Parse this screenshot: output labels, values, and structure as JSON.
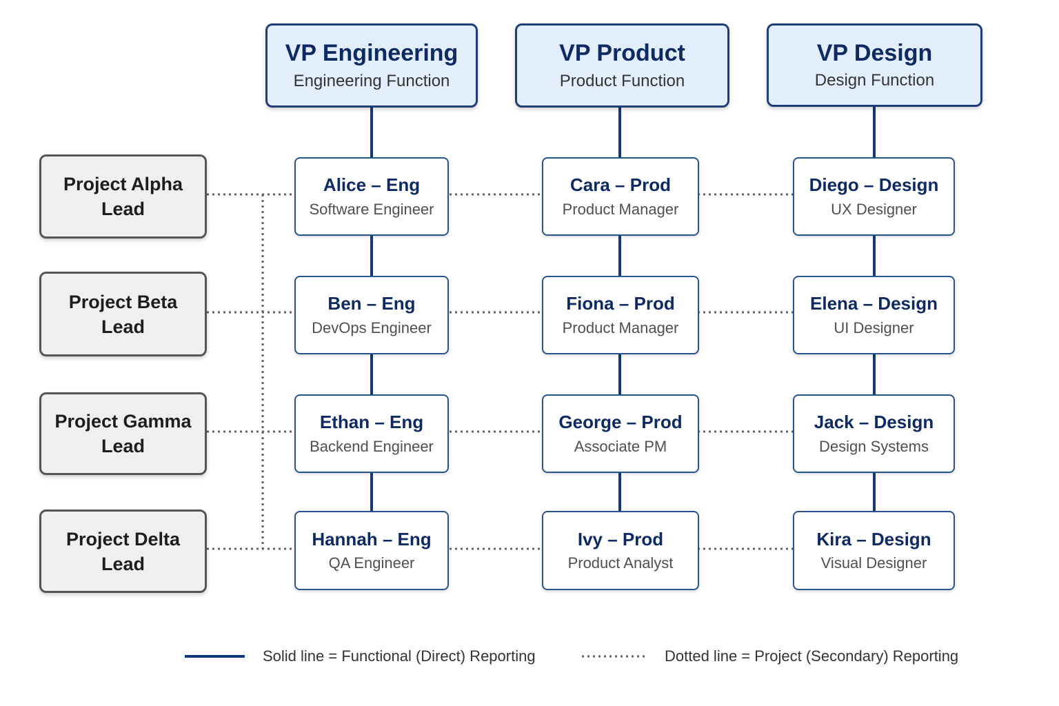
{
  "colors": {
    "solid_line": "#123a7a",
    "dotted_line": "#666666",
    "vp_fill": "#e3eefc",
    "vp_border": "#1f3d78",
    "employee_border": "#27548f",
    "project_fill": "#efefef",
    "project_border": "#555555",
    "name_text": "#0e2a63"
  },
  "vps": [
    {
      "title": "VP Engineering",
      "subtitle": "Engineering Function"
    },
    {
      "title": "VP Product",
      "subtitle": "Product Function"
    },
    {
      "title": "VP Design",
      "subtitle": "Design Function"
    }
  ],
  "projects": [
    {
      "name": "Project Alpha Lead"
    },
    {
      "name": "Project Beta Lead"
    },
    {
      "name": "Project Gamma Lead"
    },
    {
      "name": "Project Delta Lead"
    }
  ],
  "employees": {
    "engineering": [
      {
        "name": "Alice – Eng",
        "role": "Software Engineer"
      },
      {
        "name": "Ben – Eng",
        "role": "DevOps Engineer"
      },
      {
        "name": "Ethan – Eng",
        "role": "Backend Engineer"
      },
      {
        "name": "Hannah – Eng",
        "role": "QA Engineer"
      }
    ],
    "product": [
      {
        "name": "Cara – Prod",
        "role": "Product Manager"
      },
      {
        "name": "Fiona – Prod",
        "role": "Product Manager"
      },
      {
        "name": "George – Prod",
        "role": "Associate PM"
      },
      {
        "name": "Ivy – Prod",
        "role": "Product Analyst"
      }
    ],
    "design": [
      {
        "name": "Diego – Design",
        "role": "UX Designer"
      },
      {
        "name": "Elena – Design",
        "role": "UI Designer"
      },
      {
        "name": "Jack – Design",
        "role": "Design Systems"
      },
      {
        "name": "Kira – Design",
        "role": "Visual Designer"
      }
    ]
  },
  "legend": {
    "solid": "Solid line = Functional (Direct) Reporting",
    "dotted": "Dotted line = Project (Secondary) Reporting"
  }
}
